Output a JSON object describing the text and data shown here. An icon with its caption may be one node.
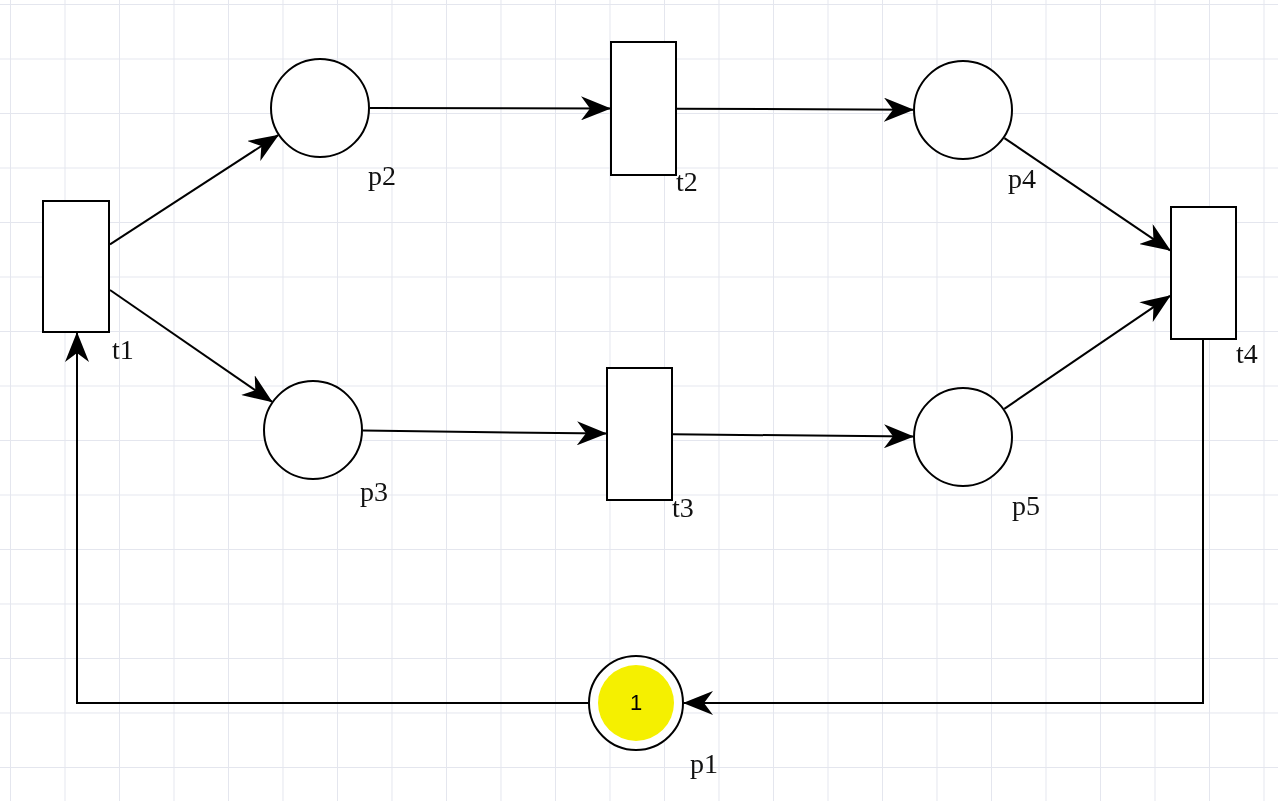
{
  "diagram": {
    "nodes": [
      {
        "text": [],
        "shape": "box",
        "beside": [
          "t1"
        ]
      },
      {
        "text": [],
        "shape": "circle",
        "beside": [
          "p2"
        ]
      },
      {
        "text": [],
        "shape": "circle",
        "beside": [
          "p3"
        ]
      },
      {
        "text": [],
        "shape": "box",
        "beside": [
          "t2"
        ]
      },
      {
        "text": [],
        "shape": "box",
        "beside": [
          "t3"
        ]
      },
      {
        "text": [],
        "shape": "circle",
        "beside": [
          "p4"
        ]
      },
      {
        "text": [],
        "shape": "circle",
        "beside": [
          "p5"
        ]
      },
      {
        "text": [],
        "shape": "box",
        "beside": [
          "t4"
        ]
      },
      {
        "text": [
          "1"
        ],
        "beside": [
          "p1"
        ]
      }
    ],
    "edges": [
      {
        "from": 0,
        "to": 1,
        "arrow": "to"
      },
      {
        "from": 0,
        "to": 2,
        "arrow": "to"
      },
      {
        "from": 1,
        "to": 3,
        "arrow": "to"
      },
      {
        "from": 2,
        "to": 4,
        "arrow": "to"
      },
      {
        "from": 3,
        "to": 5,
        "arrow": "to"
      },
      {
        "from": 4,
        "to": 6,
        "arrow": "to"
      },
      {
        "from": 5,
        "to": 7,
        "arrow": "to"
      },
      {
        "from": 6,
        "to": 7,
        "arrow": "to"
      },
      {
        "from": 7,
        "to": 8,
        "arrow": "to"
      },
      {
        "from": 8,
        "to": 0,
        "arrow": "to"
      }
    ]
  }
}
